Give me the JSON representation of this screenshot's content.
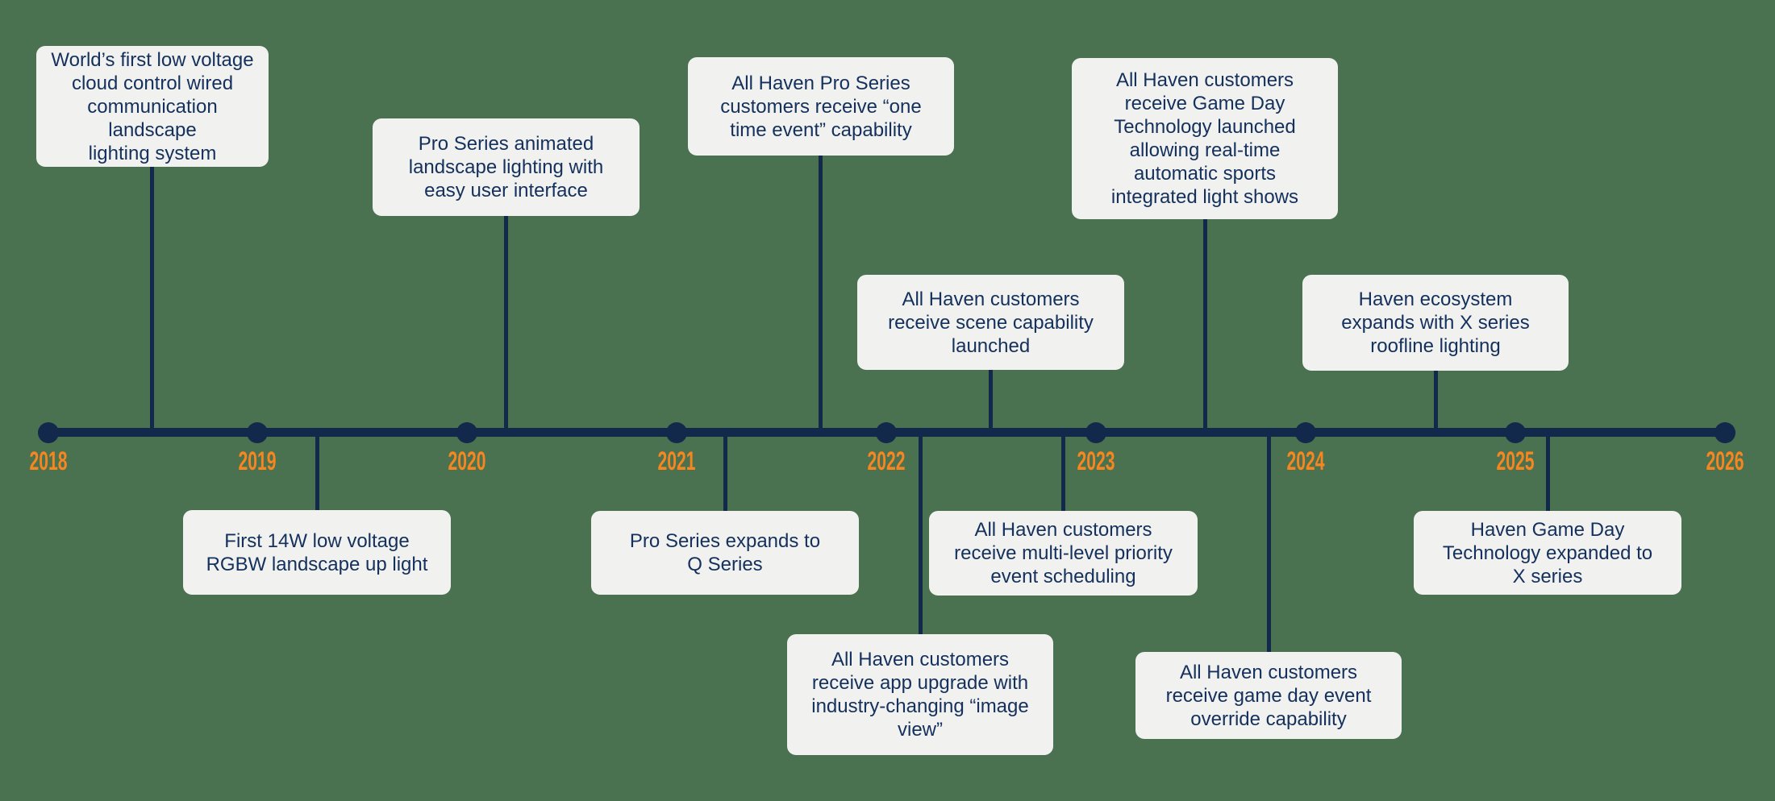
{
  "timeline": {
    "years": [
      "2018",
      "2019",
      "2020",
      "2021",
      "2022",
      "2023",
      "2024",
      "2025",
      "2026"
    ]
  },
  "events": [
    {
      "side": "above",
      "text": "World’s first low voltage\ncloud control wired\ncommunication landscape\nlighting system"
    },
    {
      "side": "above",
      "text": "Pro Series animated\nlandscape lighting with\neasy user interface"
    },
    {
      "side": "above",
      "text": "All Haven Pro Series\ncustomers receive “one\ntime event” capability"
    },
    {
      "side": "above",
      "text": "All Haven customers\nreceive scene capability\nlaunched"
    },
    {
      "side": "above",
      "text": "All Haven customers\nreceive Game Day\nTechnology launched\nallowing real-time\nautomatic sports\nintegrated light shows"
    },
    {
      "side": "above",
      "text": "Haven ecosystem\nexpands with X series\nroofline lighting"
    },
    {
      "side": "below",
      "text": "First 14W low voltage\nRGBW landscape up light"
    },
    {
      "side": "below",
      "text": "Pro Series expands to\nQ Series"
    },
    {
      "side": "below",
      "text": "All Haven customers\nreceive multi-level priority\nevent scheduling"
    },
    {
      "side": "below",
      "text": "All Haven customers\nreceive app upgrade with\nindustry-changing “image\nview”"
    },
    {
      "side": "below",
      "text": "All Haven customers\nreceive game day event\noverride capability"
    },
    {
      "side": "below",
      "text": "Haven Game Day\nTechnology expanded to\nX series"
    }
  ],
  "colors": {
    "background": "#4a7150",
    "timeline_navy": "#12294b",
    "card_background": "#f1f1ef",
    "card_text": "#14305c",
    "year_orange": "#f6861f"
  }
}
